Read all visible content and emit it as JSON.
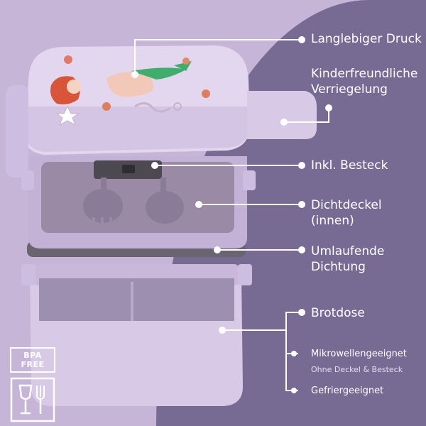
{
  "colors": {
    "accent_dark": "#776b93",
    "background_light": "#c7b5d8",
    "box_purple": "#d8c9e6",
    "text": "#ffffff"
  },
  "features": [
    {
      "text": "Langlebiger Druck"
    },
    {
      "text": "Kinderfreundliche Verriegelung"
    },
    {
      "text": "Inkl. Besteck"
    },
    {
      "text": "Dichtdeckel (innen)"
    },
    {
      "text": "Umlaufende Dichtung"
    },
    {
      "text": "Brotdose"
    }
  ],
  "sub_features": [
    {
      "text": "Mikrowellengeeignet",
      "note": "Ohne Deckel & Besteck"
    },
    {
      "text": "Gefriergeeignet"
    }
  ],
  "badge": {
    "text": "BPA FREE",
    "icon": "glass-fork-food-safe-icon"
  }
}
